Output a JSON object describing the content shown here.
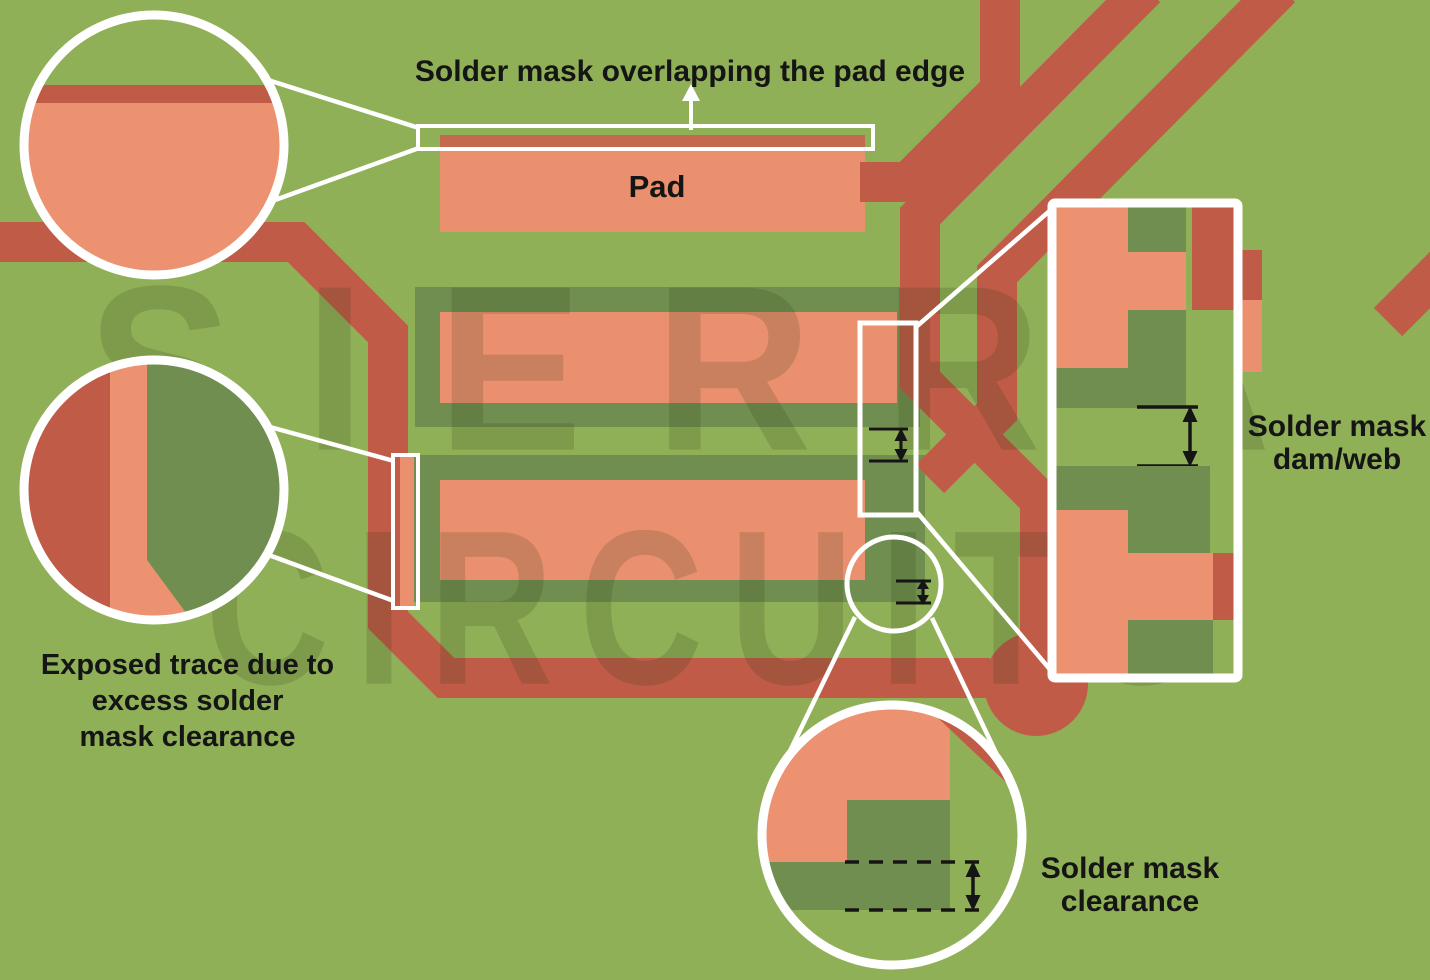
{
  "watermark": {
    "line1": "SIERRA",
    "line2": "CIRCUITS"
  },
  "labels": {
    "solder_mask_overlap": "Solder mask overlapping the pad edge",
    "pad": "Pad",
    "exposed_trace_line1": "Exposed trace due to",
    "exposed_trace_line2": "excess solder",
    "exposed_trace_line3": "mask clearance",
    "dam_line1": "Solder mask",
    "dam_line2": "dam/web",
    "clearance_line1": "Solder mask",
    "clearance_line2": "clearance"
  },
  "colors": {
    "board_green": "#90b058",
    "mask_opening_green": "#6f8e4f",
    "copper_trace_red": "#bf5b47",
    "exposed_copper_salmon": "#ea906e",
    "mask_overlap_red": "#c4684e",
    "callout_white": "#ffffff",
    "annotation_black": "#151515"
  }
}
